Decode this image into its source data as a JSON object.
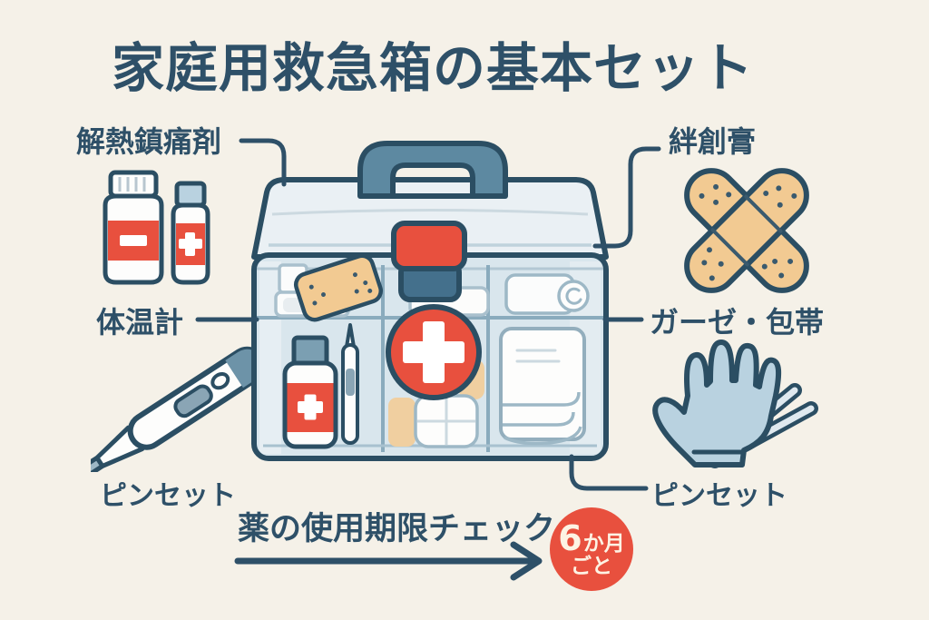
{
  "colors": {
    "background": "#f5f1e8",
    "ink": "#2e5068",
    "outline": "#2b4e63",
    "accent_red": "#e8503e",
    "bandage_tan": "#f2ca92",
    "box_blue": "#d9e6ed",
    "lid_blue": "#eaf0f4",
    "handle_blue": "#5d89a1",
    "glove_blue": "#b9d2e0"
  },
  "title": "家庭用救急箱の基本セット",
  "labels": {
    "antipyretic": "解熱鎮痛剤",
    "adhesive_bandage": "絆創膏",
    "thermometer": "体温計",
    "gauze_bandage": "ガーゼ・包帯",
    "tweezers_left": "ピンセット",
    "tweezers_right": "ピンセット"
  },
  "expiry": {
    "text": "薬の使用期限チェック",
    "badge_num": "6",
    "badge_unit": "か月",
    "badge_bottom": "ごと"
  },
  "icons": [
    "first-aid-box-icon",
    "medicine-bottles-icon",
    "crossed-bandages-icon",
    "thermometer-icon",
    "glove-tweezers-icon",
    "red-cross-icon",
    "arrow-right-icon"
  ]
}
